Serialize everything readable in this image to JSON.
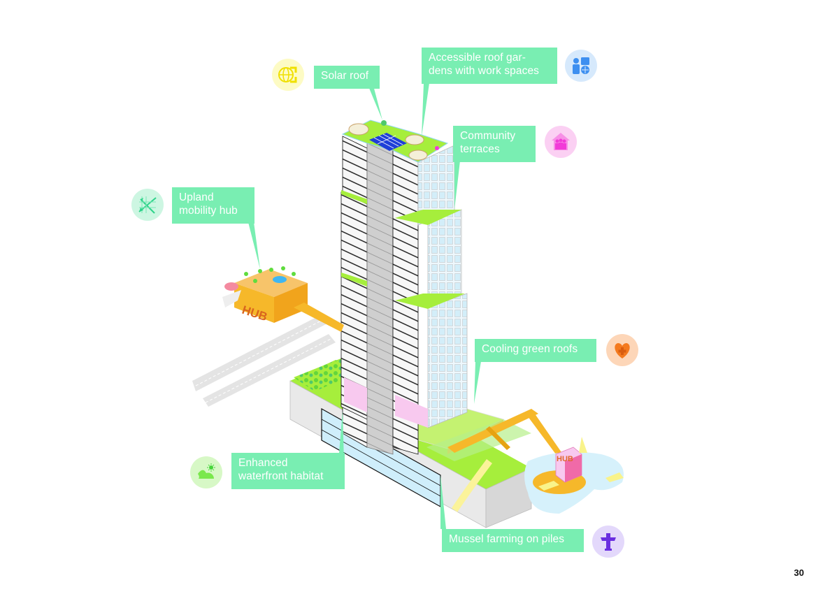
{
  "diagram": {
    "subject": "Isometric mixed-use tower with resilience features",
    "callouts": [
      {
        "id": "solar",
        "label": "Solar roof",
        "icon": "globe-arrows-icon",
        "icon_color": "#f5e600",
        "icon_bg": "#fdfbc4"
      },
      {
        "id": "roof-gardens",
        "label": "Accessible roof gar-\ndens with work spaces",
        "line1": "Accessible roof gar-",
        "line2": "dens with work spaces",
        "icon": "person-chat-globe-icon",
        "icon_color": "#3d8ff0",
        "icon_bg": "#d6e9fc"
      },
      {
        "id": "terraces",
        "label": "Community terraces",
        "line1": "Community",
        "line2": "terraces",
        "icon": "house-family-icon",
        "icon_color": "#f23ad8",
        "icon_bg": "#fbd0f3"
      },
      {
        "id": "mobility",
        "label": "Upland mobility hub",
        "line1": "Upland",
        "line2": "mobility hub",
        "icon": "crossroads-arrows-icon",
        "icon_color": "#2ed38a",
        "icon_bg": "#cdf6e2"
      },
      {
        "id": "cooling",
        "label": "Cooling green roofs",
        "icon": "heart-plus-icon",
        "icon_color": "#f47a1f",
        "icon_bg": "#fdd6b8"
      },
      {
        "id": "habitat",
        "label": "Enhanced waterfront habitat",
        "line1": "Enhanced",
        "line2": "waterfront habitat",
        "icon": "hill-sun-icon",
        "icon_color": "#7ae84c",
        "icon_bg": "#d7f8c6"
      },
      {
        "id": "mussel",
        "label": "Mussel farming on piles",
        "icon": "totem-pile-icon",
        "icon_color": "#6a2ee0",
        "icon_bg": "#e3d8fb"
      }
    ],
    "hub_signs": [
      "HUB",
      "HUB"
    ],
    "colors": {
      "callout_fill": "#79eeb2",
      "green_roof": "#a6ee3c",
      "hub_yellow": "#f6b82a",
      "glass": "#cfeefb",
      "core_grey": "#d3d3d3",
      "pink_interior": "#f8c9ef",
      "water": "#d6f1fb"
    }
  },
  "page": {
    "number": "30"
  }
}
